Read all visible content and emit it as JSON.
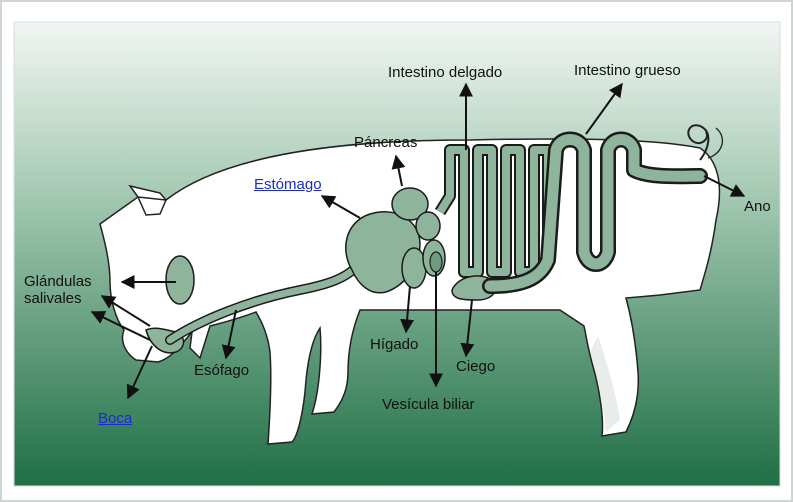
{
  "labels": {
    "intestino_delgado": "Intestino delgado",
    "intestino_grueso": "Intestino grueso",
    "pancreas": "Páncreas",
    "estomago": "Estómago",
    "ano": "Ano",
    "glandulas_salivales": "Glándulas\nsalivales",
    "higado": "Hígado",
    "ciego": "Ciego",
    "esofago": "Esófago",
    "vesicula_biliar": "Vesícula biliar",
    "boca": "Boca"
  },
  "links": [
    "Estómago",
    "Boca"
  ],
  "colors": {
    "background_top": "#f2f6f3",
    "background_mid": "#a9ccb7",
    "background_bottom": "#1f6f45",
    "organ_fill": "#8eb59c",
    "organ_stroke": "#1b1b1b",
    "body_fill": "#ffffff",
    "link": "#1a2bd6"
  }
}
